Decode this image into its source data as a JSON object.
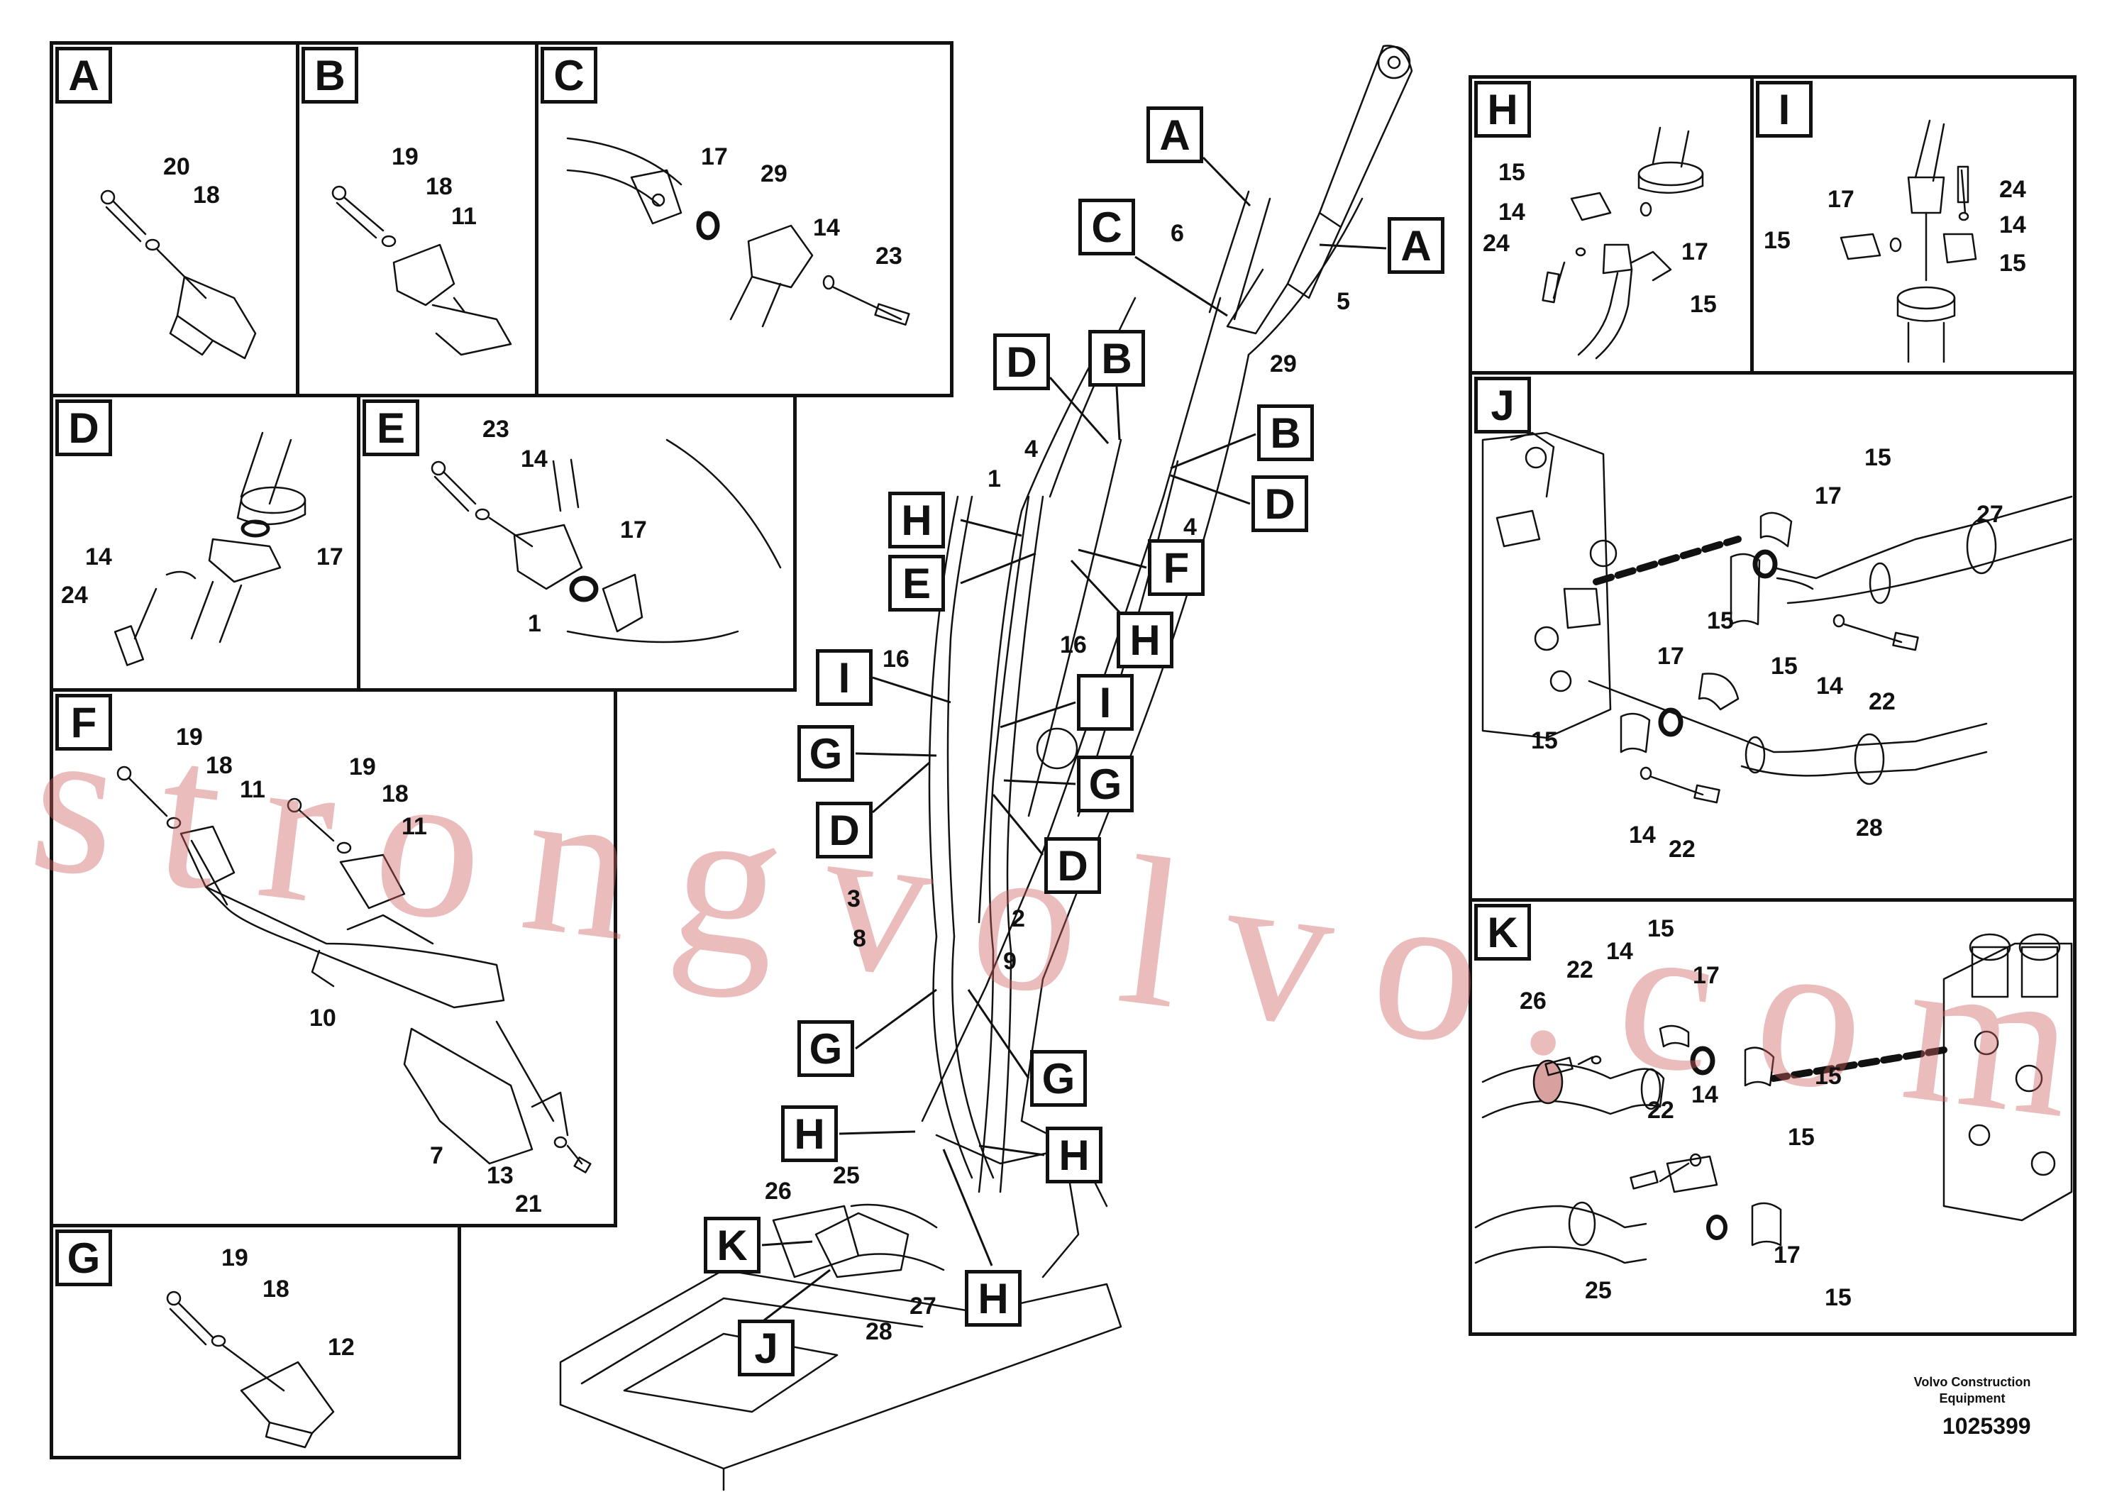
{
  "callouts": {
    "A": "A",
    "B": "B",
    "C": "C",
    "D": "D",
    "E": "E",
    "F": "F",
    "G": "G",
    "H": "H",
    "I": "I",
    "J": "J",
    "K": "K"
  },
  "numbers": {
    "n1": "1",
    "n2": "2",
    "n3": "3",
    "n4": "4",
    "n5": "5",
    "n6": "6",
    "n7": "7",
    "n8": "8",
    "n9": "9",
    "n10": "10",
    "n11": "11",
    "n12": "12",
    "n13": "13",
    "n14": "14",
    "n15": "15",
    "n16": "16",
    "n17": "17",
    "n18": "18",
    "n19": "19",
    "n20": "20",
    "n21": "21",
    "n22": "22",
    "n23": "23",
    "n24": "24",
    "n25": "25",
    "n26": "26",
    "n27": "27",
    "n28": "28",
    "n29": "29"
  },
  "footer": {
    "company": "Volvo Construction Equipment",
    "doc_number": "1025399"
  },
  "watermark": "strongvolvo.com"
}
